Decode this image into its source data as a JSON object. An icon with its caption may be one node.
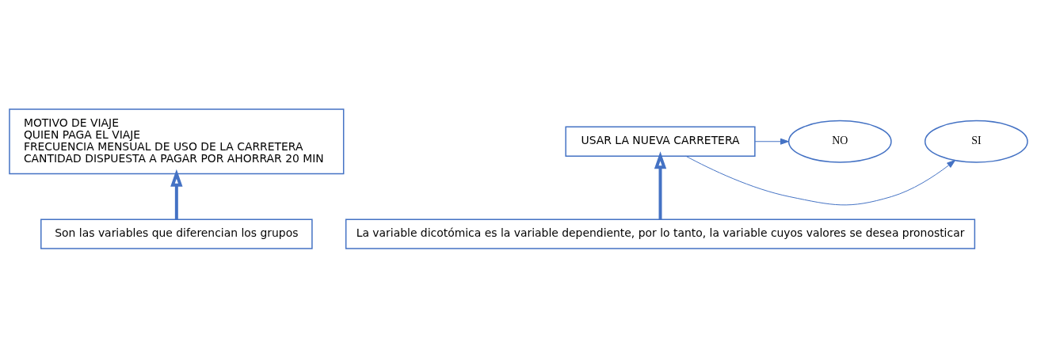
{
  "diagram": {
    "nodes": [
      {
        "text": [
          "MOTIVO DE VIAJE",
          "QUIEN PAGA EL VIAJE",
          "FRECUENCIA MENSUAL DE USO DE LA CARRETERA",
          "CANTIDAD DISPUESTA A PAGAR POR AHORRAR 20 MIN"
        ]
      },
      {
        "text": [
          "SI"
        ]
      },
      {
        "text": [
          "NO"
        ]
      },
      {
        "text": [
          "USAR LA NUEVA CARRETERA"
        ]
      },
      {
        "text": [
          "Son las variables que diferencian los grupos"
        ]
      },
      {
        "text": [
          "La variable dicotómica es la variable dependiente, por lo tanto, la variable cuyos valores se desea pronosticar"
        ]
      }
    ],
    "edges": [
      {
        "from": 3,
        "to": 1,
        "arrow": "to"
      },
      {
        "from": 3,
        "to": 2,
        "arrow": "to"
      },
      {
        "from": 4,
        "to": 0,
        "arrow": "to",
        "style": "thick"
      },
      {
        "from": 5,
        "to": 3,
        "arrow": "to",
        "style": "thick"
      }
    ]
  }
}
